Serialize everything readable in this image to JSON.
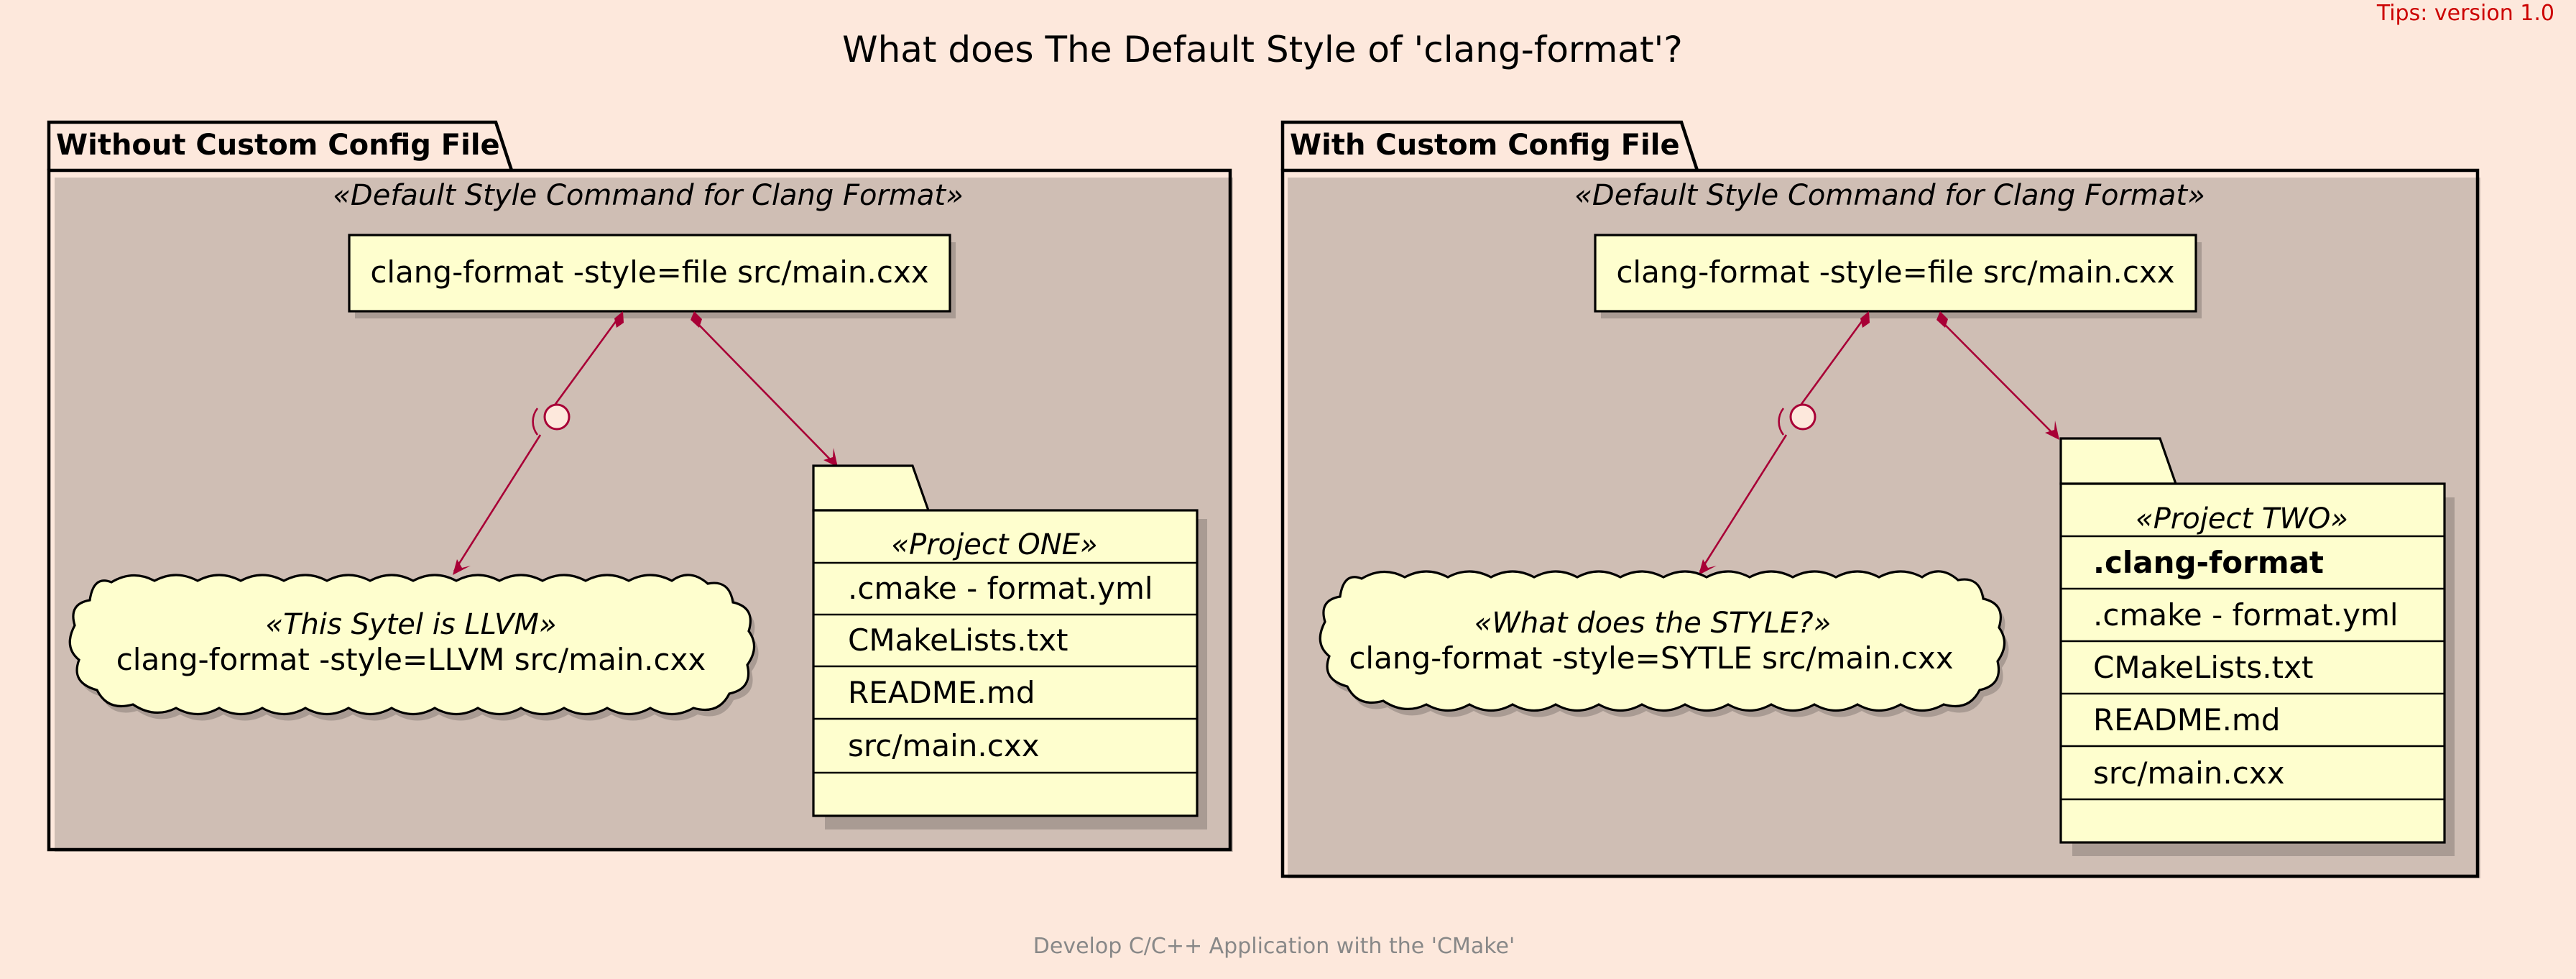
{
  "title": "What does The Default Style of 'clang-format'?",
  "tips": "Tips: version 1.0",
  "footer": "Develop C/C++ Application with the 'CMake'",
  "colors": {
    "background": "#fde8dc",
    "node_fill": "#fefece",
    "arrow": "#a80036",
    "tips": "#cc0000",
    "footer": "#888888"
  },
  "packages": [
    {
      "label": "Without Custom Config File",
      "stereotype": "«Default Style Command for Clang Format»",
      "command": "clang-format -style=file src/main.cxx",
      "cloud": {
        "stereotype": "«This Sytel is LLVM»",
        "command": "clang-format -style=LLVM src/main.cxx"
      },
      "folder": {
        "stereotype": "«Project ONE»",
        "files": [
          {
            "name": ".cmake - format.yml",
            "bold": false
          },
          {
            "name": "CMakeLists.txt",
            "bold": false
          },
          {
            "name": "README.md",
            "bold": false
          },
          {
            "name": "src/main.cxx",
            "bold": false
          }
        ]
      }
    },
    {
      "label": "With Custom Config File",
      "stereotype": "«Default Style Command for Clang Format»",
      "command": "clang-format -style=file src/main.cxx",
      "cloud": {
        "stereotype": "«What does the STYLE?»",
        "command": "clang-format -style=SYTLE src/main.cxx"
      },
      "folder": {
        "stereotype": "«Project TWO»",
        "files": [
          {
            "name": ".clang-format",
            "bold": true
          },
          {
            "name": ".cmake - format.yml",
            "bold": false
          },
          {
            "name": "CMakeLists.txt",
            "bold": false
          },
          {
            "name": "README.md",
            "bold": false
          },
          {
            "name": "src/main.cxx",
            "bold": false
          }
        ]
      }
    }
  ]
}
